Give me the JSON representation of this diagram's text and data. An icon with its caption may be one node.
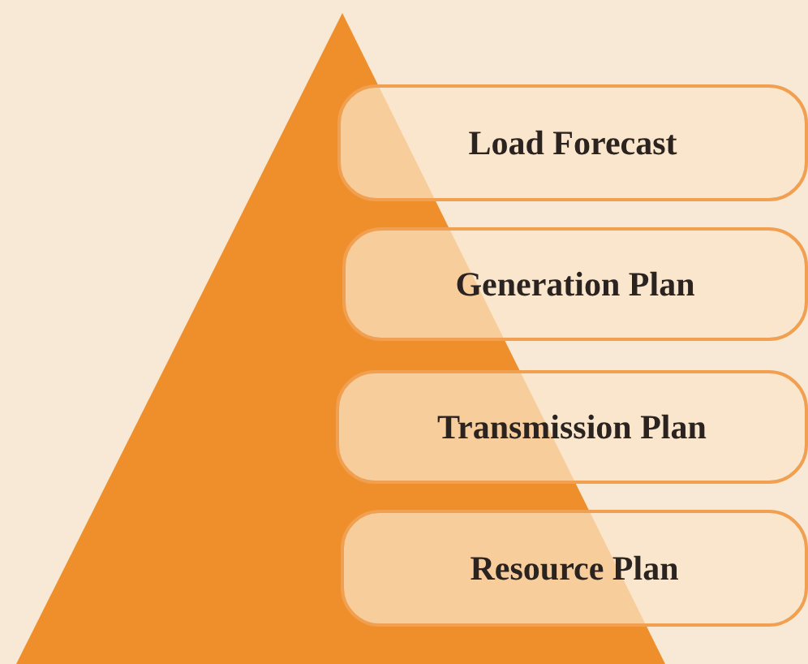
{
  "diagram": {
    "nodes": [
      {
        "text": [
          "Load Forecast"
        ]
      },
      {
        "text": [
          "Generation Plan"
        ]
      },
      {
        "text": [
          "Transmission Plan"
        ]
      },
      {
        "text": [
          "Resource Plan"
        ]
      }
    ]
  }
}
